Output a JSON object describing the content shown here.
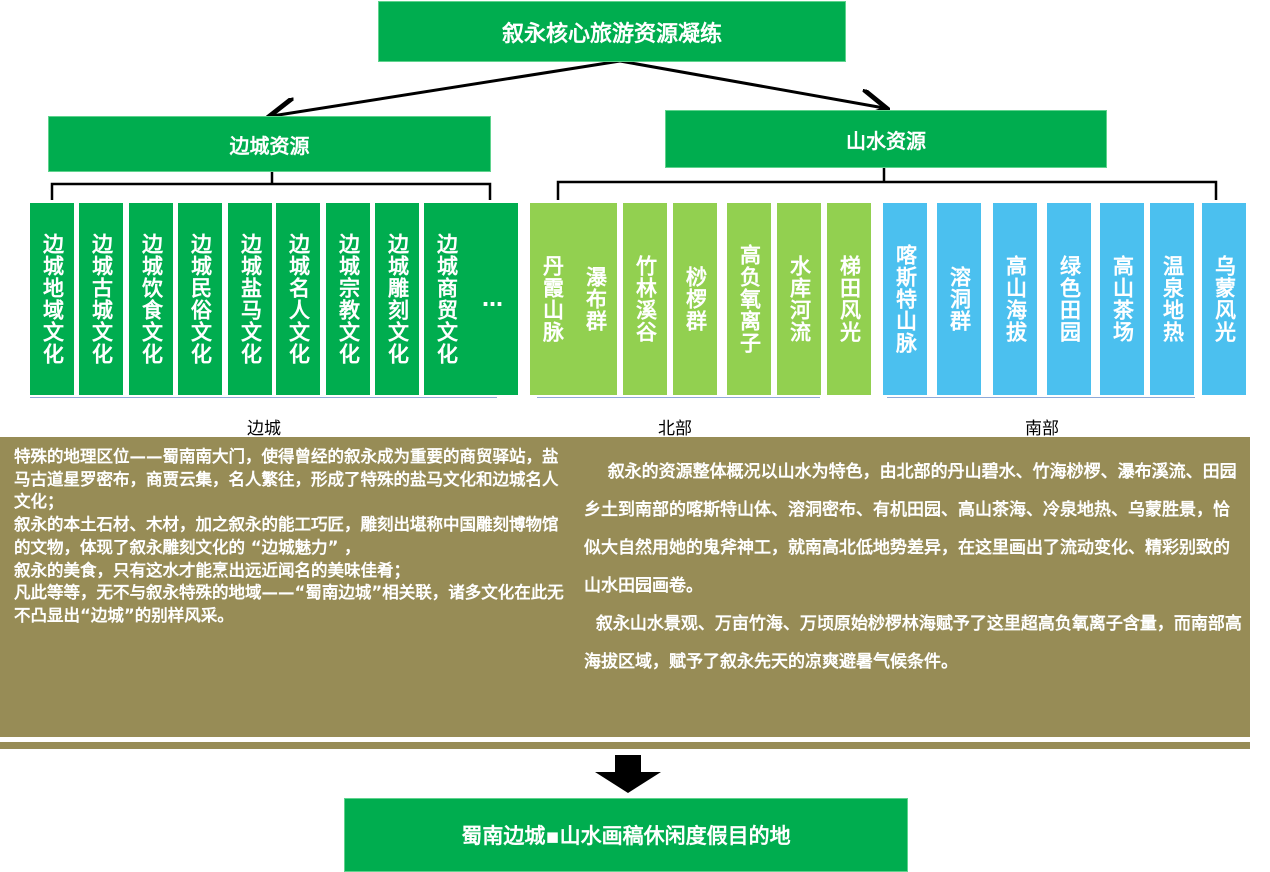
{
  "title": "叙永核心旅游资源凝练",
  "branches": {
    "left": "边城资源",
    "right": "山水资源"
  },
  "border_items": [
    "边城地域文化",
    "边城古城文化",
    "边城饮食文化",
    "边城民俗文化",
    "边城盐马文化",
    "边城名人文化",
    "边城宗教文化",
    "边城雕刻文化",
    "边城商贸文化",
    "…"
  ],
  "north_items": [
    "丹霞山脉",
    "瀑布群",
    "竹林溪谷",
    "桫椤群",
    "高负氧离子",
    "水库河流",
    "梯田风光"
  ],
  "south_items": [
    "喀斯特山脉",
    "溶洞群",
    "高山海拔",
    "绿色田园",
    "高山茶场",
    "温泉地热",
    "乌蒙风光"
  ],
  "groups": {
    "border": "边城",
    "north": "北部",
    "south": "南部"
  },
  "left_text": "特殊的地理区位——蜀南南大门，使得曾经的叙永成为重要的商贸驿站，盐马古道星罗密布，商贾云集，名人繁往，形成了特殊的盐马文化和边城名人文化；\n叙永的本土石材、木材，加之叙永的能工巧匠，雕刻出堪称中国雕刻博物馆的文物，体现了叙永雕刻文化的 “边城魅力” ，\n叙永的美食，只有这水才能烹出远近闻名的美味佳肴；\n凡此等等，无不与叙永特殊的地域——“蜀南边城”相关联，诸多文化在此无不凸显出“边城”的别样风采。",
  "right_text": "    叙永的资源整体概况以山水为特色，由北部的丹山碧水、竹海桫椤、瀑布溪流、田园乡土到南部的喀斯特山体、溶洞密布、有机田园、高山茶海、冷泉地热、乌蒙胜景，恰似大自然用她的鬼斧神工，就南高北低地势差异，在这里画出了流动变化、精彩别致的山水田园画卷。\n  叙永山水景观、万亩竹海、万顷原始桫椤林海赋予了这里超高负氧离子含量，而南部高海拔区域，赋予了叙永先天的凉爽避暑气候条件。",
  "conclusion": "蜀南边城▪山水画稿休闲度假目的地",
  "colors": {
    "dark_green": "#00ad4f",
    "light_green": "#92d050",
    "blue": "#4bc0ef",
    "olive": "#978c56"
  }
}
